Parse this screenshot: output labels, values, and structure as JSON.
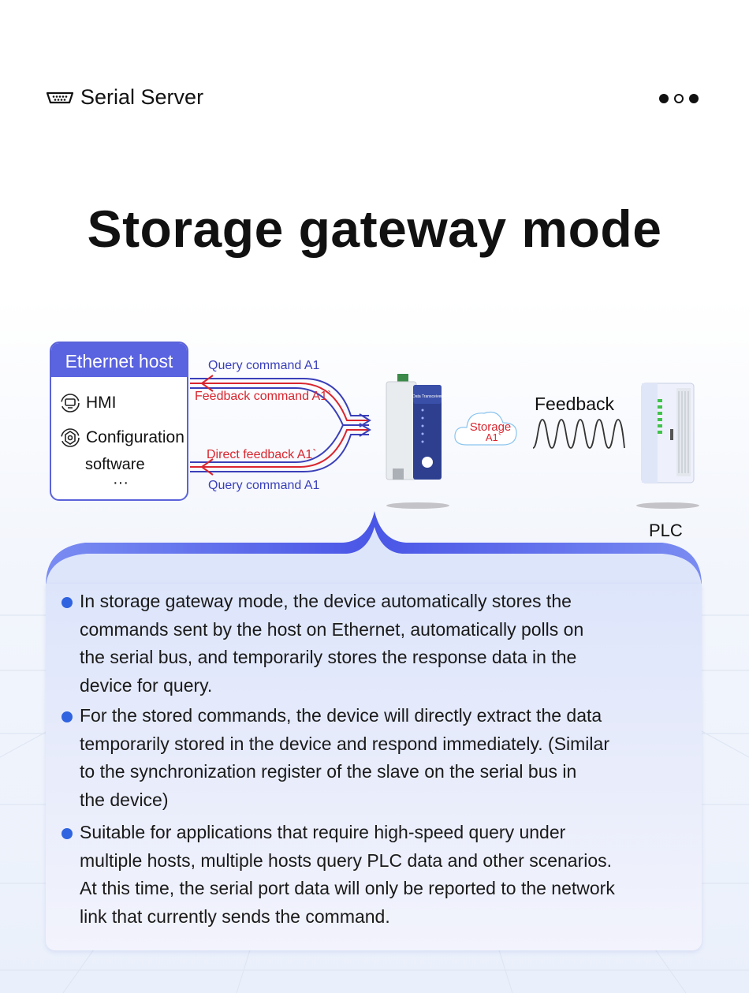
{
  "header": {
    "icon": "serial-port-icon",
    "title": "Serial Server"
  },
  "pager": {
    "dots": [
      "filled",
      "hollow",
      "filled"
    ]
  },
  "main_title": "Storage gateway mode",
  "diagram": {
    "host": {
      "title": "Ethernet host",
      "items": [
        {
          "icon": "hmi-icon",
          "label": "HMI"
        },
        {
          "icon": "config-software-icon",
          "label": "Configuration"
        }
      ],
      "item_continuation": "software",
      "more": "···"
    },
    "arrows": {
      "query_top": "Query command A1",
      "feedback": "Feedback command A1`",
      "direct_feedback": "Direct feedback A1`",
      "query_bottom": "Query command A1"
    },
    "device_label": "Data Transceiver",
    "cloud": {
      "line1": "Storage",
      "line2": "A1`"
    },
    "feedback_label": "Feedback",
    "plc_label": "PLC",
    "colors": {
      "accent_blue": "#3a3fb8",
      "accent_red": "#d9252e",
      "host_header": "#5a63e0",
      "bullet": "#2f63e0"
    }
  },
  "bullets": [
    "In storage gateway mode, the device automatically stores the\ncommands sent by the host on Ethernet, automatically polls on\nthe serial bus, and temporarily stores the response data in the\ndevice for query.",
    "For the stored commands, the device will directly extract the data\ntemporarily stored in the device and respond immediately. (Similar\n to the synchronization register of the slave on the serial bus in\nthe device)",
    "Suitable for applications that require high-speed query under\nmultiple hosts, multiple hosts query PLC data and other scenarios.\nAt this time, the serial port data will only be reported to the network\nlink that currently sends the command."
  ]
}
